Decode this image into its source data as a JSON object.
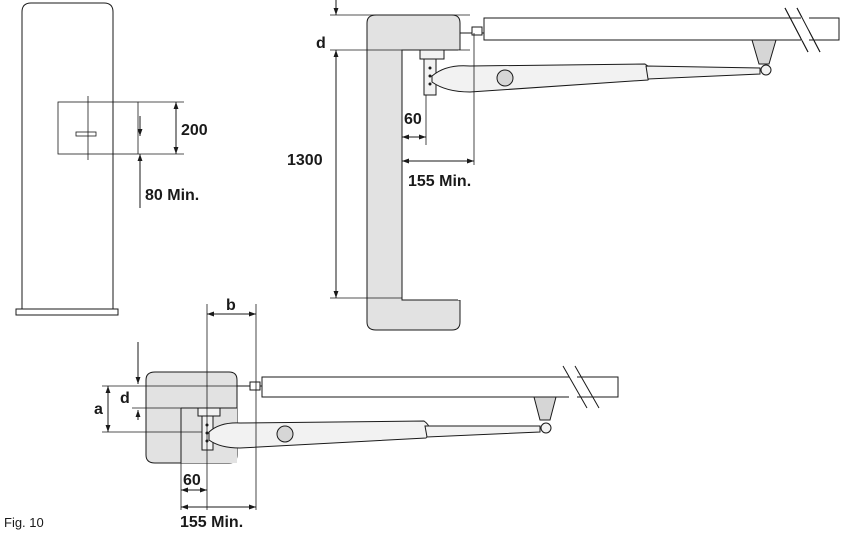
{
  "caption": "Fig. 10",
  "front_view": {
    "dim_height": "200",
    "dim_min_distance": "80 Min."
  },
  "top_view": {
    "dim_d": "d",
    "dim_1300": "1300",
    "dim_60": "60",
    "dim_155": "155 Min."
  },
  "corner_view": {
    "dim_a": "a",
    "dim_b": "b",
    "dim_d": "d",
    "dim_60": "60",
    "dim_155": "155 Min."
  }
}
